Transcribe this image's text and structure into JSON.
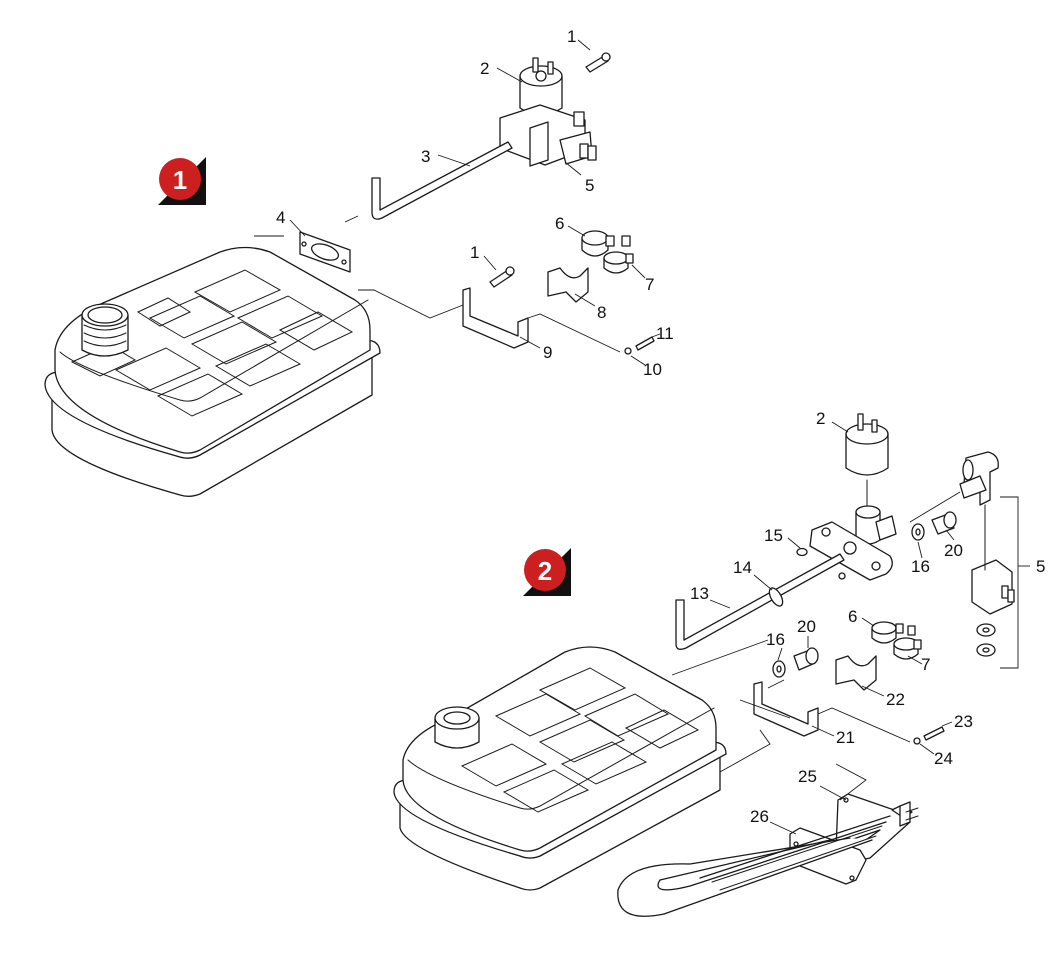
{
  "colors": {
    "badge_red": "#cc1f1f",
    "badge_shadow": "#111111",
    "line": "#1a1a1a"
  },
  "views": [
    {
      "badge": "1",
      "callouts": [
        "1",
        "2",
        "3",
        "4",
        "5",
        "6",
        "7",
        "8",
        "9",
        "10",
        "11",
        "1"
      ]
    },
    {
      "badge": "2",
      "callouts": [
        "2",
        "5",
        "13",
        "14",
        "15",
        "16",
        "20",
        "6",
        "7",
        "16",
        "20",
        "21",
        "22",
        "23",
        "24",
        "25",
        "26"
      ]
    }
  ]
}
